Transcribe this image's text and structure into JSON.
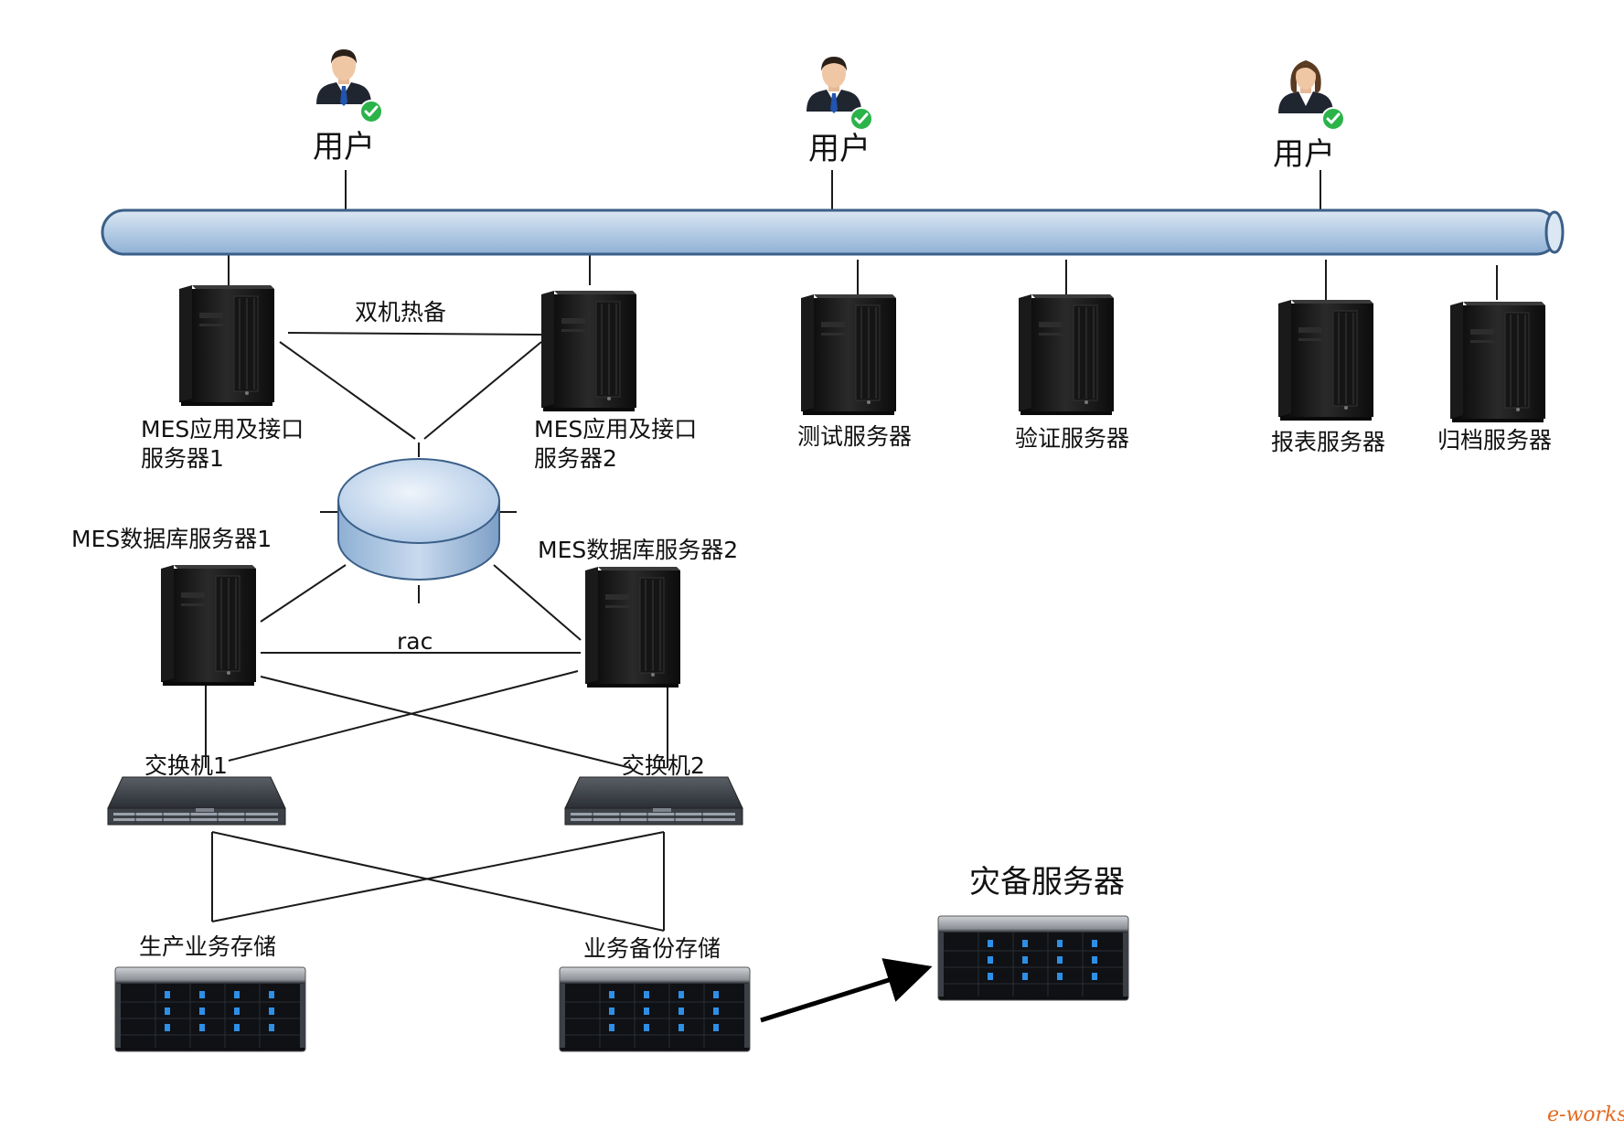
{
  "users": [
    {
      "label": "用户"
    },
    {
      "label": "用户"
    },
    {
      "label": "用户"
    }
  ],
  "servers": {
    "app1": {
      "line1": "MES应用及接口",
      "line2": "服务器1"
    },
    "app2": {
      "line1": "MES应用及接口",
      "line2": "服务器2"
    },
    "test": "测试服务器",
    "verify": "验证服务器",
    "report": "报表服务器",
    "archive": "归档服务器",
    "db1": "MES数据库服务器1",
    "db2": "MES数据库服务器2"
  },
  "links": {
    "hot_standby": "双机热备",
    "rac": "rac"
  },
  "switches": {
    "sw1": "交换机1",
    "sw2": "交换机2"
  },
  "storage": {
    "production": "生产业务存储",
    "backup": "业务备份存储",
    "disaster": "灾备服务器"
  },
  "watermark": "e-works",
  "colors": {
    "bus_fill": "#b9cfe6",
    "bus_stroke": "#3b5f88",
    "check_green": "#2bb34a",
    "suit": "#1f2630",
    "tie": "#2255b0",
    "led_blue": "#2e8fe6",
    "watermark": "#e46a1f"
  }
}
